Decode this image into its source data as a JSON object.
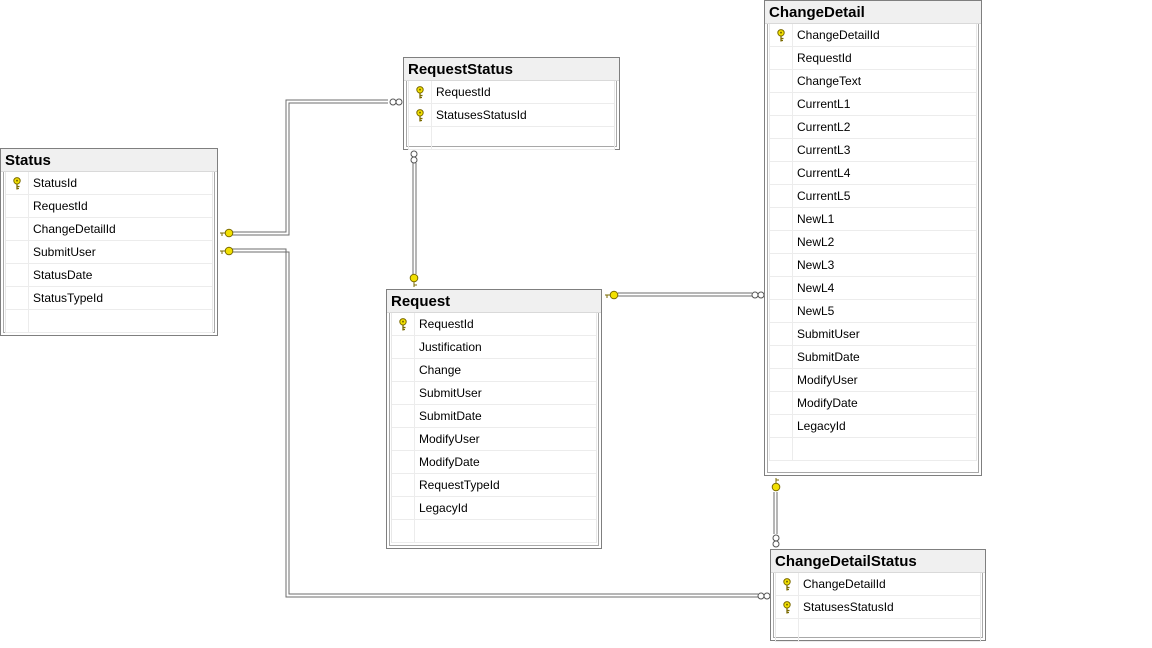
{
  "tables": {
    "status": {
      "title": "Status",
      "columns": [
        {
          "name": "StatusId",
          "pk": true
        },
        {
          "name": "RequestId",
          "pk": false
        },
        {
          "name": "ChangeDetailId",
          "pk": false
        },
        {
          "name": "SubmitUser",
          "pk": false
        },
        {
          "name": "StatusDate",
          "pk": false
        },
        {
          "name": "StatusTypeId",
          "pk": false
        }
      ]
    },
    "request_status": {
      "title": "RequestStatus",
      "columns": [
        {
          "name": "RequestId",
          "pk": true
        },
        {
          "name": "StatusesStatusId",
          "pk": true
        }
      ]
    },
    "request": {
      "title": "Request",
      "columns": [
        {
          "name": "RequestId",
          "pk": true
        },
        {
          "name": "Justification",
          "pk": false
        },
        {
          "name": "Change",
          "pk": false
        },
        {
          "name": "SubmitUser",
          "pk": false
        },
        {
          "name": "SubmitDate",
          "pk": false
        },
        {
          "name": "ModifyUser",
          "pk": false
        },
        {
          "name": "ModifyDate",
          "pk": false
        },
        {
          "name": "RequestTypeId",
          "pk": false
        },
        {
          "name": "LegacyId",
          "pk": false
        }
      ]
    },
    "change_detail": {
      "title": "ChangeDetail",
      "columns": [
        {
          "name": "ChangeDetailId",
          "pk": true
        },
        {
          "name": "RequestId",
          "pk": false
        },
        {
          "name": "ChangeText",
          "pk": false
        },
        {
          "name": "CurrentL1",
          "pk": false
        },
        {
          "name": "CurrentL2",
          "pk": false
        },
        {
          "name": "CurrentL3",
          "pk": false
        },
        {
          "name": "CurrentL4",
          "pk": false
        },
        {
          "name": "CurrentL5",
          "pk": false
        },
        {
          "name": "NewL1",
          "pk": false
        },
        {
          "name": "NewL2",
          "pk": false
        },
        {
          "name": "NewL3",
          "pk": false
        },
        {
          "name": "NewL4",
          "pk": false
        },
        {
          "name": "NewL5",
          "pk": false
        },
        {
          "name": "SubmitUser",
          "pk": false
        },
        {
          "name": "SubmitDate",
          "pk": false
        },
        {
          "name": "ModifyUser",
          "pk": false
        },
        {
          "name": "ModifyDate",
          "pk": false
        },
        {
          "name": "LegacyId",
          "pk": false
        }
      ]
    },
    "change_detail_status": {
      "title": "ChangeDetailStatus",
      "columns": [
        {
          "name": "ChangeDetailId",
          "pk": true
        },
        {
          "name": "StatusesStatusId",
          "pk": true
        }
      ]
    }
  },
  "relationships": [
    {
      "from": "status",
      "to": "request_status"
    },
    {
      "from": "request",
      "to": "request_status"
    },
    {
      "from": "request",
      "to": "change_detail"
    },
    {
      "from": "change_detail",
      "to": "change_detail_status"
    },
    {
      "from": "status",
      "to": "change_detail_status"
    }
  ],
  "colors": {
    "key": "#f2e000",
    "key_outline": "#7a6a00",
    "line": "#6e6e6e"
  },
  "icons": {
    "primary_key": "key-icon",
    "one_end": "key-end-icon",
    "many_end": "infinity-end-icon"
  }
}
